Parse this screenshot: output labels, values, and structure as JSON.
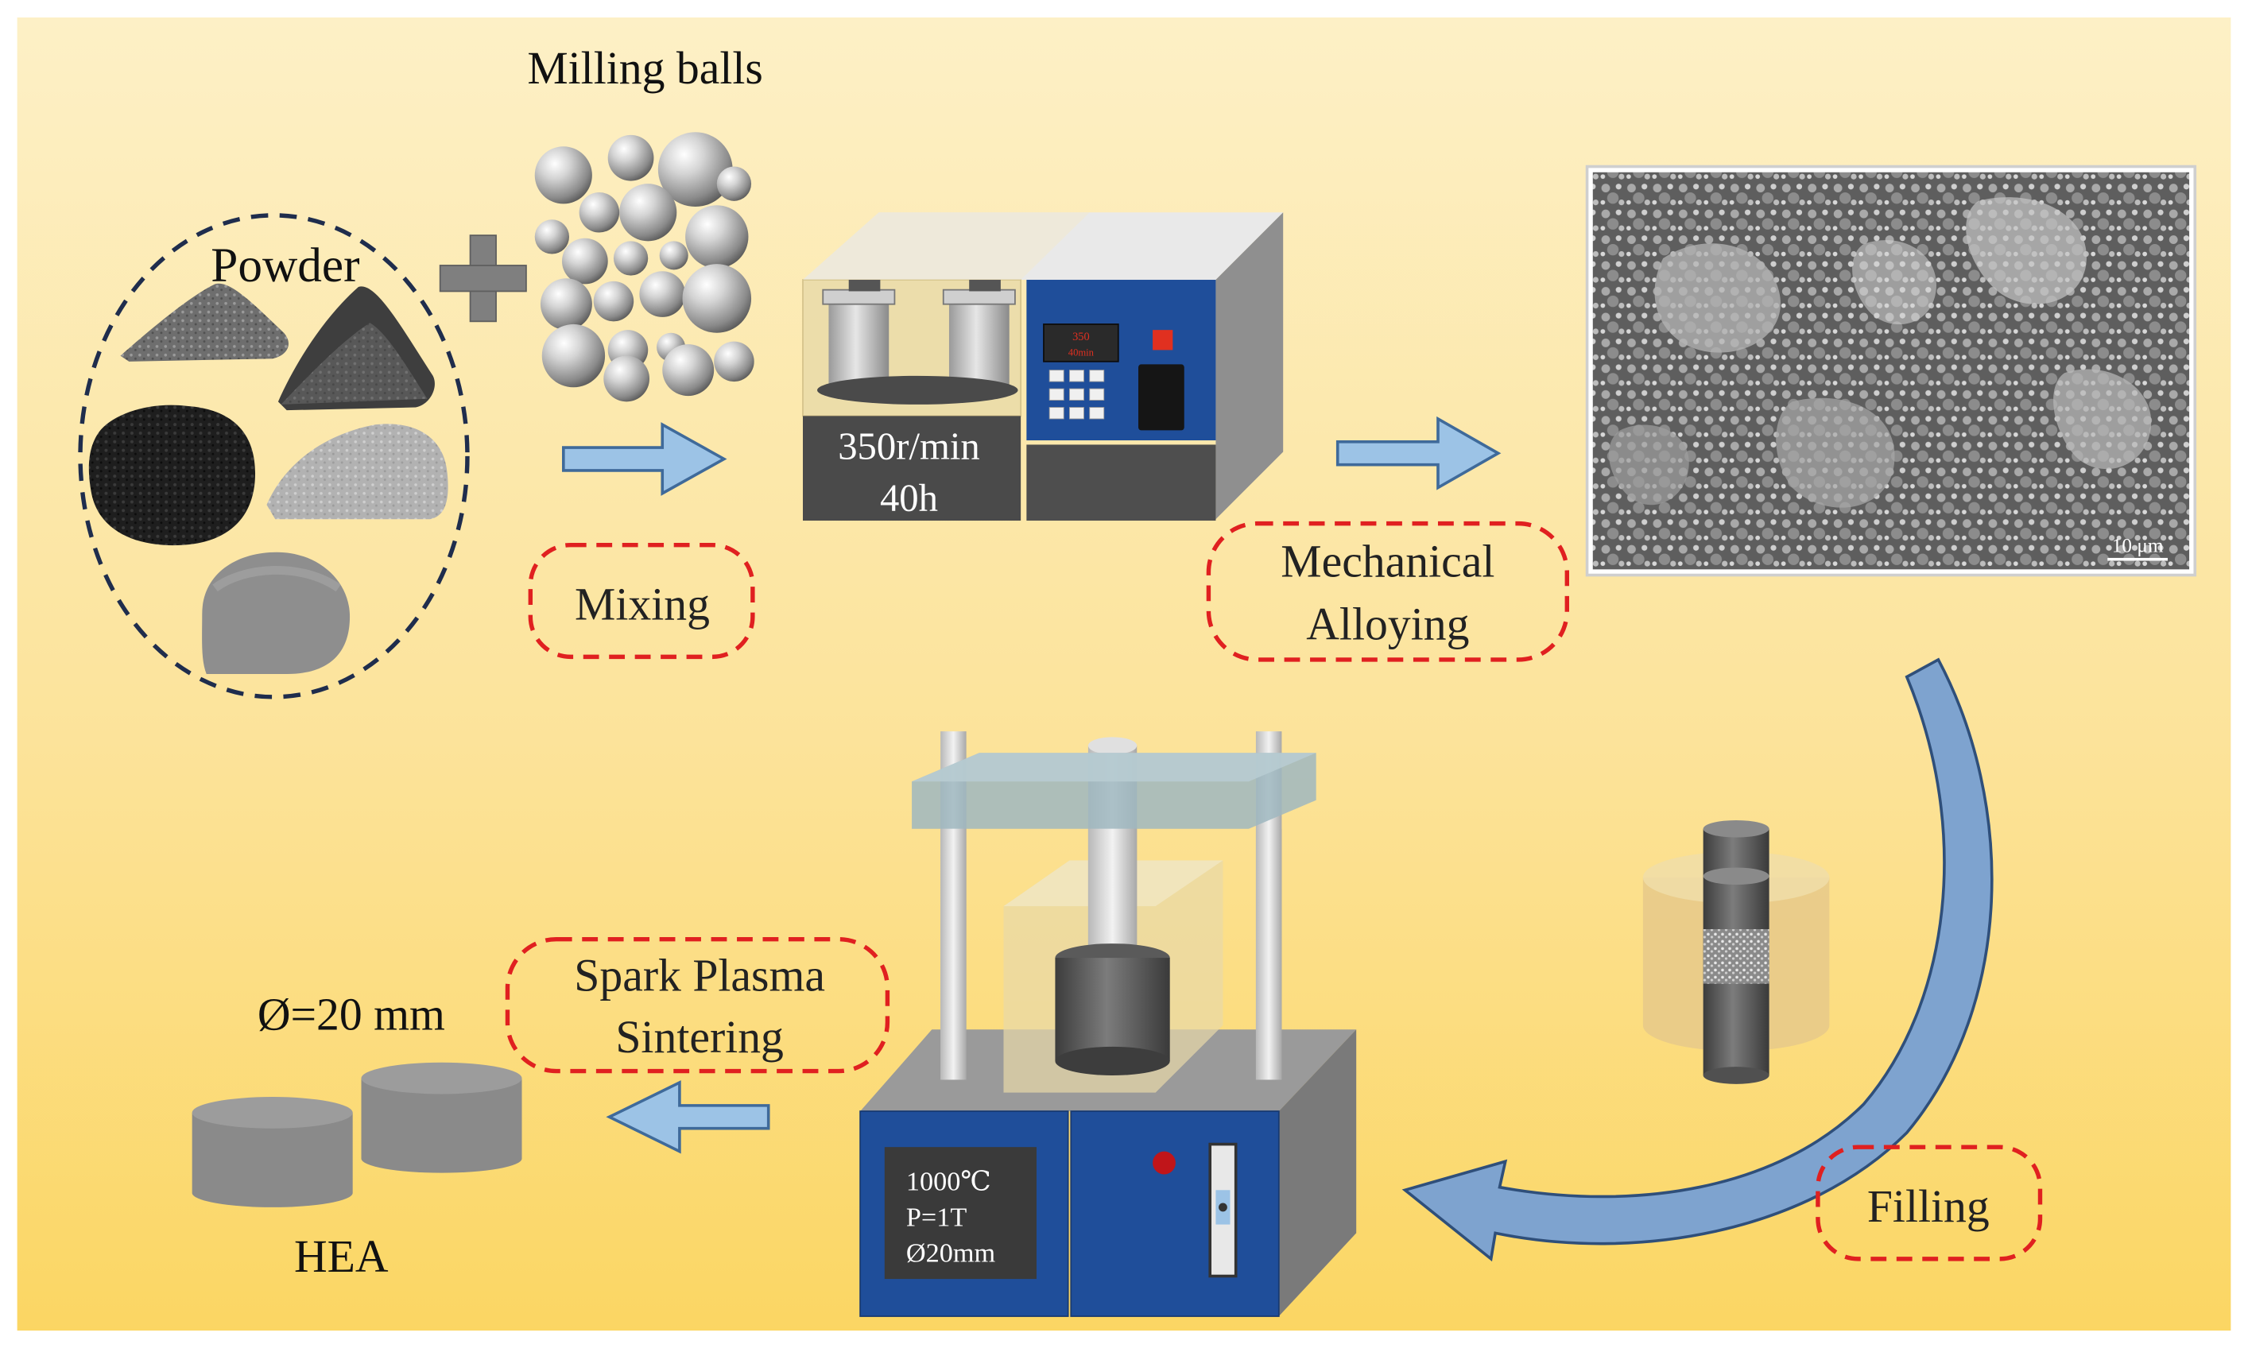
{
  "labels": {
    "milling_balls": "Milling balls",
    "powder": "Powder",
    "mixing": "Mixing",
    "mill_speed": "350r/min",
    "mill_time": "40h",
    "mill_display_line1": "350",
    "mill_display_line2": "40min",
    "mechanical_alloying_line1": "Mechanical",
    "mechanical_alloying_line2": "Alloying",
    "scale_bar": "10 μm",
    "filling": "Filling",
    "sps_temp": "1000℃",
    "sps_pressure": "P=1T",
    "sps_diameter": "Ø20mm",
    "sps_line1": "Spark Plasma",
    "sps_line2": "Sintering",
    "diameter": "Ø=20 mm",
    "hea": "HEA"
  },
  "colors": {
    "background_top": "#fdf0c6",
    "background_bottom": "#fbd663",
    "arrow_fill": "#9cc3e6",
    "arrow_stroke": "#3f6a9a",
    "dashed_red": "#e02020",
    "dashed_navy": "#1f2d4d",
    "machine_blue": "#1f4e9a",
    "screen_red": "#e03020"
  }
}
